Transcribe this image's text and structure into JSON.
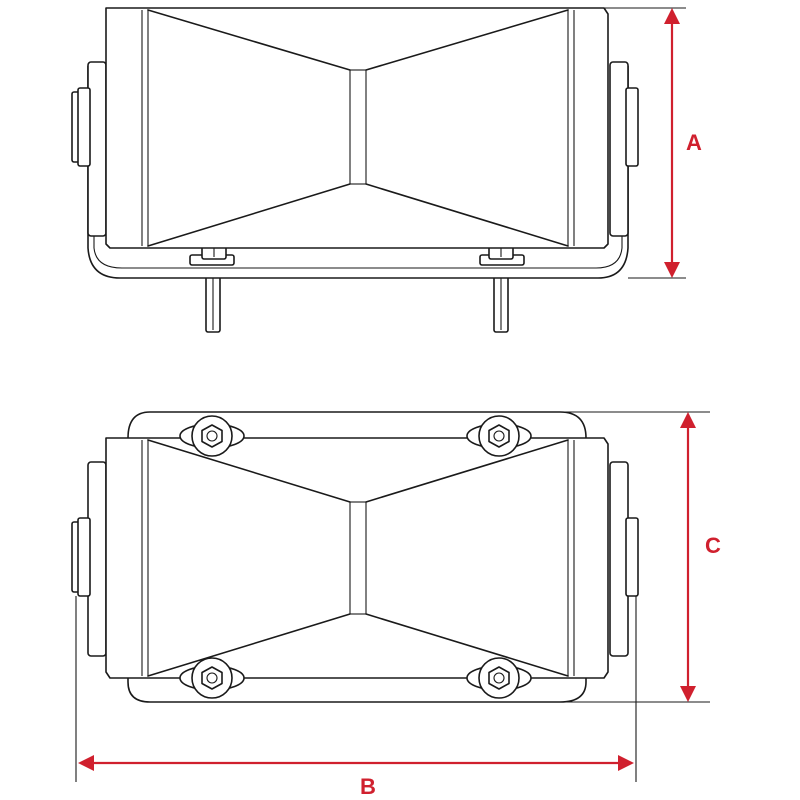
{
  "diagram": {
    "dimension_labels": {
      "a": "A",
      "b": "B",
      "c": "C"
    },
    "colors": {
      "line": "#1a1a1a",
      "dimension": "#d0202e",
      "background": "#ffffff"
    }
  }
}
